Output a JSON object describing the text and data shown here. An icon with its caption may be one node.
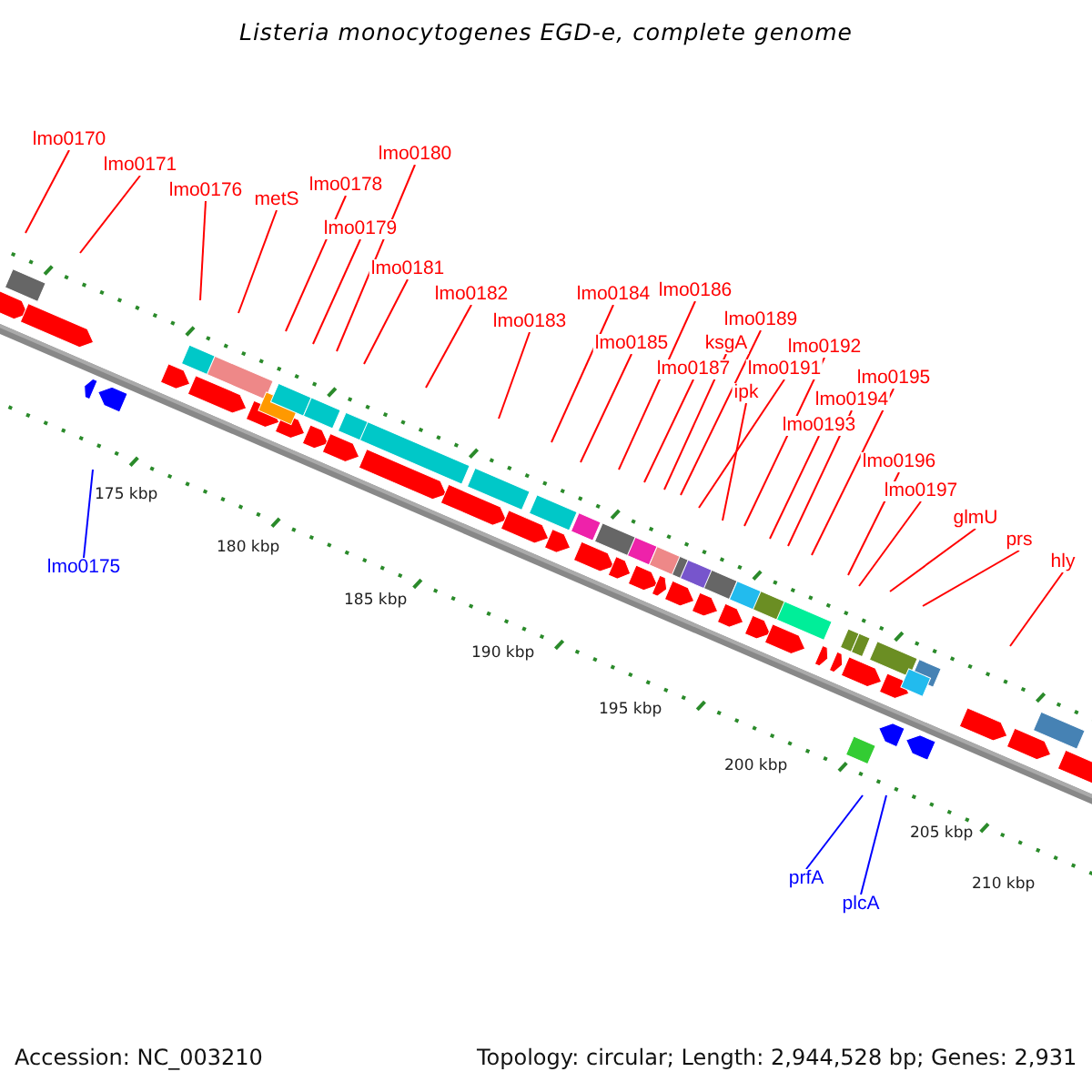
{
  "diagram": {
    "title": "Listeria monocytogenes EGD-e, complete genome",
    "nodes": [
      {
        "text": [
          "lmo0170"
        ]
      },
      {
        "text": [
          "lmo0171"
        ]
      },
      {
        "text": [
          "lmo0176"
        ]
      },
      {
        "text": [
          "metS"
        ]
      },
      {
        "text": [
          "lmo0178"
        ]
      },
      {
        "text": [
          "lmo0179"
        ]
      },
      {
        "text": [
          "lmo0180"
        ]
      },
      {
        "text": [
          "lmo0181"
        ]
      },
      {
        "text": [
          "lmo0182"
        ]
      },
      {
        "text": [
          "lmo0183"
        ]
      },
      {
        "text": [
          "lmo0184"
        ]
      },
      {
        "text": [
          "lmo0185"
        ]
      },
      {
        "text": [
          "lmo0186"
        ]
      },
      {
        "text": [
          "lmo0187"
        ]
      },
      {
        "text": [
          "ksgA"
        ]
      },
      {
        "text": [
          "lmo0189"
        ]
      },
      {
        "text": [
          "lmo0191"
        ]
      },
      {
        "text": [
          "ipk"
        ]
      },
      {
        "text": [
          "lmo0192"
        ]
      },
      {
        "text": [
          "lmo0193"
        ]
      },
      {
        "text": [
          "lmo0194"
        ]
      },
      {
        "text": [
          "lmo0195"
        ]
      },
      {
        "text": [
          "lmo0196"
        ]
      },
      {
        "text": [
          "lmo0197"
        ]
      },
      {
        "text": [
          "glmU"
        ]
      },
      {
        "text": [
          "prs"
        ]
      },
      {
        "text": [
          "hly"
        ]
      },
      {
        "text": [
          "lmo0175"
        ]
      },
      {
        "text": [
          "prfA"
        ]
      },
      {
        "text": [
          "plcA"
        ]
      }
    ],
    "edges": [
      {
        "from": 0,
        "to": null,
        "arrow": "none"
      },
      {
        "from": 1,
        "to": null,
        "arrow": "none"
      },
      {
        "from": 2,
        "to": null,
        "arrow": "none"
      },
      {
        "from": 3,
        "to": null,
        "arrow": "none"
      },
      {
        "from": 4,
        "to": null,
        "arrow": "none"
      },
      {
        "from": 5,
        "to": null,
        "arrow": "none"
      },
      {
        "from": 6,
        "to": null,
        "arrow": "none"
      },
      {
        "from": 7,
        "to": null,
        "arrow": "none"
      },
      {
        "from": 8,
        "to": null,
        "arrow": "none"
      },
      {
        "from": 9,
        "to": null,
        "arrow": "none"
      },
      {
        "from": 10,
        "to": null,
        "arrow": "none"
      },
      {
        "from": 11,
        "to": null,
        "arrow": "none"
      },
      {
        "from": 12,
        "to": null,
        "arrow": "none"
      },
      {
        "from": 13,
        "to": null,
        "arrow": "none"
      },
      {
        "from": 14,
        "to": null,
        "arrow": "none"
      },
      {
        "from": 15,
        "to": null,
        "arrow": "none"
      },
      {
        "from": 16,
        "to": null,
        "arrow": "none"
      },
      {
        "from": 17,
        "to": null,
        "arrow": "none"
      },
      {
        "from": 18,
        "to": null,
        "arrow": "none"
      },
      {
        "from": 19,
        "to": null,
        "arrow": "none"
      },
      {
        "from": 20,
        "to": null,
        "arrow": "none"
      },
      {
        "from": 21,
        "to": null,
        "arrow": "none"
      },
      {
        "from": 22,
        "to": null,
        "arrow": "none"
      },
      {
        "from": 23,
        "to": null,
        "arrow": "none"
      },
      {
        "from": 24,
        "to": null,
        "arrow": "none"
      },
      {
        "from": 25,
        "to": null,
        "arrow": "none"
      },
      {
        "from": 26,
        "to": null,
        "arrow": "none"
      },
      {
        "from": 27,
        "to": null,
        "arrow": "none",
        "color": "#0000ff"
      },
      {
        "from": 28,
        "to": null,
        "arrow": "none",
        "color": "#0000ff"
      },
      {
        "from": 29,
        "to": null,
        "arrow": "none",
        "color": "#0000ff"
      }
    ],
    "labels": [
      "175 kbp",
      "180 kbp",
      "185 kbp",
      "190 kbp",
      "195 kbp",
      "200 kbp",
      "205 kbp",
      "210 kbp",
      "Accession: NC_003210",
      "Topology: circular; Length: 2,944,528 bp; Genes: 2,931"
    ]
  }
}
